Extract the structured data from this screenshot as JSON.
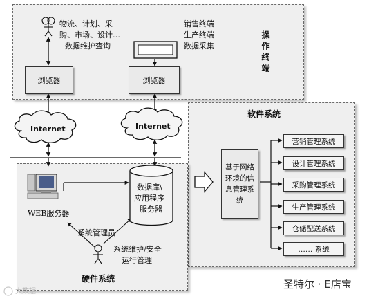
{
  "top_panel": {
    "user_text_lines": [
      "物流、计划、采",
      "购、市场、设计…",
      "数据维护查询"
    ],
    "terminal_text_lines": [
      "销售终端",
      "生产终端",
      "数据采集"
    ],
    "title": "操作终端",
    "browser_left": "浏览器",
    "browser_right": "浏览器"
  },
  "network": {
    "cloud_left": "Internet",
    "cloud_right": "Internet"
  },
  "software_panel": {
    "title": "软件系统",
    "core": "基于网络环境的信息管理系统",
    "systems": [
      "营销管理系统",
      "设计管理系统",
      "采购管理系统",
      "生产管理系统",
      "仓储配送系统",
      "…… 系统"
    ]
  },
  "hardware_panel": {
    "title": "硬件系统",
    "web_server": "WEB服务器",
    "db_lines": [
      "数据库\\",
      "应用程序",
      "服务器"
    ],
    "admin": "系统管理员",
    "maintenance_lines": [
      "系统维护/安全",
      "运行管理"
    ]
  },
  "watermark": {
    "left": "大数据",
    "right": "圣特尔 · E店宝"
  }
}
